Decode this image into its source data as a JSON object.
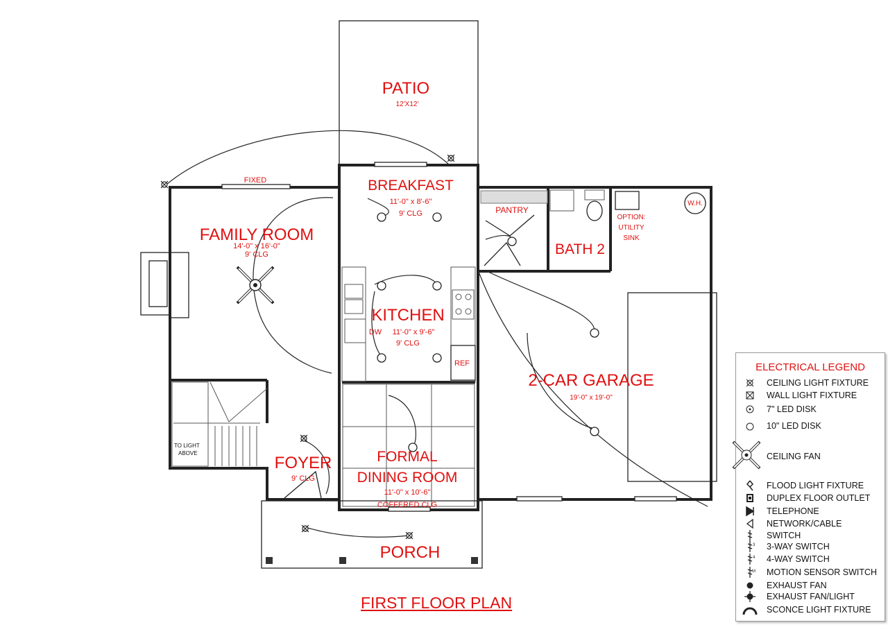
{
  "rooms": {
    "patio": {
      "name": "PATIO",
      "dim": "12'X12'"
    },
    "breakfast": {
      "name": "BREAKFAST",
      "dim": "11'-0\" x 8'-6\"",
      "clg": "9' CLG"
    },
    "family": {
      "name": "FAMILY ROOM",
      "dim": "14'-0\" x 16'-0\"",
      "clg": "9' CLG"
    },
    "pantry": {
      "name": "PANTRY"
    },
    "bath2": {
      "name": "BATH 2"
    },
    "kitchen": {
      "name": "KITCHEN",
      "dim": "11'-0\" x 9'-6\"",
      "clg": "9' CLG",
      "dw": "DW",
      "ref": "REF"
    },
    "garage": {
      "name": "2-CAR GARAGE",
      "dim": "19'-0\" x 19'-0\"",
      "wh": "W.H."
    },
    "utility": {
      "line1": "OPTION:",
      "line2": "UTILITY",
      "line3": "SINK"
    },
    "foyer": {
      "name": "FOYER",
      "clg": "9' CLG"
    },
    "dining": {
      "name1": "FORMAL",
      "name2": "DINING ROOM",
      "dim": "11'-0\" x 10'-6\"",
      "clg": "COFFERED CLG"
    },
    "porch": {
      "name": "PORCH"
    }
  },
  "notes": {
    "fixed": "FIXED",
    "light1": "TO LIGHT",
    "light2": "ABOVE"
  },
  "title": "FIRST FLOOR PLAN",
  "legend": {
    "title": "ELECTRICAL LEGEND",
    "items": [
      {
        "label": "CEILING LIGHT FIXTURE",
        "icon": "ceiling-light-icon"
      },
      {
        "label": "WALL LIGHT FIXTURE",
        "icon": "wall-light-icon"
      },
      {
        "label": "7\" LED DISK",
        "icon": "led-disk-7-icon"
      },
      {
        "label": "10\" LED DISK",
        "icon": "led-disk-10-icon"
      },
      {
        "label": "CEILING FAN",
        "icon": "ceiling-fan-icon"
      },
      {
        "label": "FLOOD LIGHT FIXTURE",
        "icon": "flood-light-icon"
      },
      {
        "label": "DUPLEX FLOOR OUTLET",
        "icon": "floor-outlet-icon"
      },
      {
        "label": "TELEPHONE",
        "icon": "telephone-icon"
      },
      {
        "label": "NETWORK/CABLE",
        "icon": "network-cable-icon"
      },
      {
        "label": "SWITCH",
        "icon": "switch-icon"
      },
      {
        "label": "3-WAY SWITCH",
        "icon": "three-way-switch-icon"
      },
      {
        "label": "4-WAY SWITCH",
        "icon": "four-way-switch-icon"
      },
      {
        "label": "MOTION SENSOR SWITCH",
        "icon": "motion-sensor-switch-icon"
      },
      {
        "label": "EXHAUST FAN",
        "icon": "exhaust-fan-icon"
      },
      {
        "label": "EXHAUST FAN/LIGHT",
        "icon": "exhaust-fan-light-icon"
      },
      {
        "label": "SCONCE LIGHT FIXTURE",
        "icon": "sconce-light-icon"
      }
    ]
  },
  "colors": {
    "label": "#e01010",
    "wall": "#222222"
  }
}
